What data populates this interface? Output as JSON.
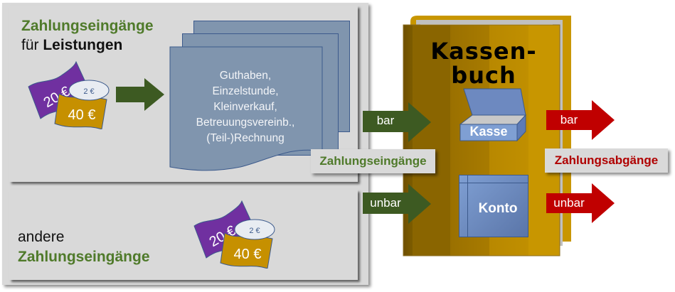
{
  "left_panel": {
    "top_section": {
      "title_line1": "Zahlungseingänge",
      "title_line2_prefix": "für ",
      "title_line2_bold": "Leistungen",
      "money_icon": {
        "note_20": "20 €",
        "note_40": "40 €",
        "coin_2": "2 €"
      },
      "documents": {
        "lines": [
          "Guthaben,",
          "Einzelstunde,",
          "Kleinverkauf,",
          "Betreuungsvereinb.,",
          "(Teil-)Rechnung"
        ]
      }
    },
    "bottom_section": {
      "title_line1": "andere",
      "title_line2": "Zahlungseingänge",
      "money_icon": {
        "note_20": "20 €",
        "note_40": "40 €",
        "coin_2": "2 €"
      }
    }
  },
  "incoming": {
    "label": "Zahlungseingänge",
    "arrow_bar": "bar",
    "arrow_unbar": "unbar"
  },
  "book": {
    "title_line1": "Kassen-",
    "title_line2": "buch",
    "kasse_label": "Kasse",
    "konto_label": "Konto"
  },
  "outgoing": {
    "label": "Zahlungsabgänge",
    "arrow_bar": "bar",
    "arrow_unbar": "unbar"
  },
  "colors": {
    "green_text": "#4f7a2a",
    "green_arrow": "#3d5a22",
    "red_arrow": "#c00000",
    "red_text": "#b00000",
    "panel_gray": "#d9d9d9",
    "doc_blue": "#8095ae",
    "book_gold": "#c89600",
    "purple_note": "#7030a0",
    "gold_note": "#c69000"
  }
}
